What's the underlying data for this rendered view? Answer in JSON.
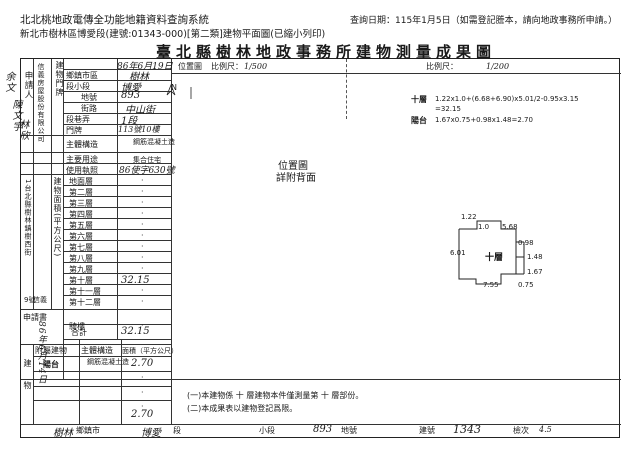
{
  "header": {
    "line1": "北北桃地政電傳全功能地籍資料查詢系統",
    "line2": "新北市樹林區博愛段(建號:01343-000)[第二類]建物平面圖(已縮小列印)",
    "query_date": "查詢日期：115年1月5日（如需登記謄本，請向地政事務所申請。）"
  },
  "title": "臺北縣樹林地政事務所建物測量成果圖",
  "left_table": {
    "applicant_label": "申請人",
    "applicant_value": "信義房屋股份有限公司",
    "left_notes": [
      "余文",
      "陳文宇",
      "林欣"
    ],
    "build_date_label": "建物門牌",
    "build_date_value": "86年6月19日",
    "rows": [
      {
        "label": "鄉鎮市區",
        "value": "樹林"
      },
      {
        "label": "段小段",
        "value": "博愛"
      },
      {
        "label": "地號",
        "value": "893"
      },
      {
        "label": "街路",
        "value": "中山街"
      },
      {
        "label": "段巷弄",
        "value": "1段"
      },
      {
        "label": "門牌",
        "value": "113號10樓"
      },
      {
        "label": "主體構造",
        "value": "鋼筋混凝土造"
      },
      {
        "label": "主要用途",
        "value": "集合住宅"
      },
      {
        "label": "使用執照",
        "value": "86使字630號"
      }
    ],
    "floors_header": "建物面積(平方公尺)",
    "floors": [
      {
        "label": "地面層",
        "value": "·"
      },
      {
        "label": "第二層",
        "value": "·"
      },
      {
        "label": "第三層",
        "value": "·"
      },
      {
        "label": "第四層",
        "value": "·"
      },
      {
        "label": "第五層",
        "value": "·"
      },
      {
        "label": "第六層",
        "value": "·"
      },
      {
        "label": "第七層",
        "value": "·"
      },
      {
        "label": "第八層",
        "value": "·"
      },
      {
        "label": "第九層",
        "value": "·"
      },
      {
        "label": "第十層",
        "value": "32.15"
      },
      {
        "label": "第十一層",
        "value": "·"
      },
      {
        "label": "第十二層",
        "value": "·"
      },
      {
        "label": "騎樓",
        "value": "·"
      },
      {
        "label": "合計",
        "value": "32.15"
      }
    ],
    "left_owner_col": [
      "1台北縣樹林鎮樹西街",
      "9號",
      "信義"
    ],
    "apply_date_label": "申請書",
    "apply_date_value": "86年6月14日",
    "annex_header": [
      "附屬建物",
      "主體構造",
      "面積（平方公尺）"
    ],
    "annex_rows": [
      {
        "label": "陽台",
        "structure": "鋼筋混凝土造",
        "area": "2.70"
      },
      {
        "label": "",
        "structure": "",
        "area": "·"
      },
      {
        "label": "",
        "structure": "",
        "area": "·"
      },
      {
        "label": "",
        "structure": "",
        "area": "·"
      },
      {
        "label": "",
        "structure": "",
        "area": "2.70"
      }
    ],
    "annex_side": "建物"
  },
  "diagram": {
    "location_label": "位置圖",
    "scale_text": "比例尺：",
    "scale_value": "1/500",
    "north_label": "N",
    "location_note": "詳附背面",
    "plan_scale": "1/200",
    "formula_label1": "十層",
    "formula1": "1.22x1.0+(6.68+6.90)x5.01/2-0.95x3.15",
    "formula1b": "=32.15",
    "formula_label2": "陽台",
    "formula2": "1.67x0.75+0.98x1.48=2.70",
    "floor_label": "十層",
    "dims": [
      "1.22",
      "1.0",
      "5.68",
      "6.01",
      "0.98",
      "1.48",
      "1.67",
      "7.55",
      "0.75"
    ]
  },
  "footer_notes": [
    "(一)本建物係 十 層建物本件僅測量第 十 層部份。",
    "(二)本成果表以建物登記爲限。"
  ],
  "footer": {
    "township_label": "樹林",
    "district": "鄉鎮市",
    "section": "博愛",
    "section_label": "段",
    "subsection": "小段",
    "land_no": "893",
    "land_label": "地號",
    "build_label": "建號",
    "build_no": "1343",
    "check_label": "檢次",
    "check_value": "4.5"
  }
}
